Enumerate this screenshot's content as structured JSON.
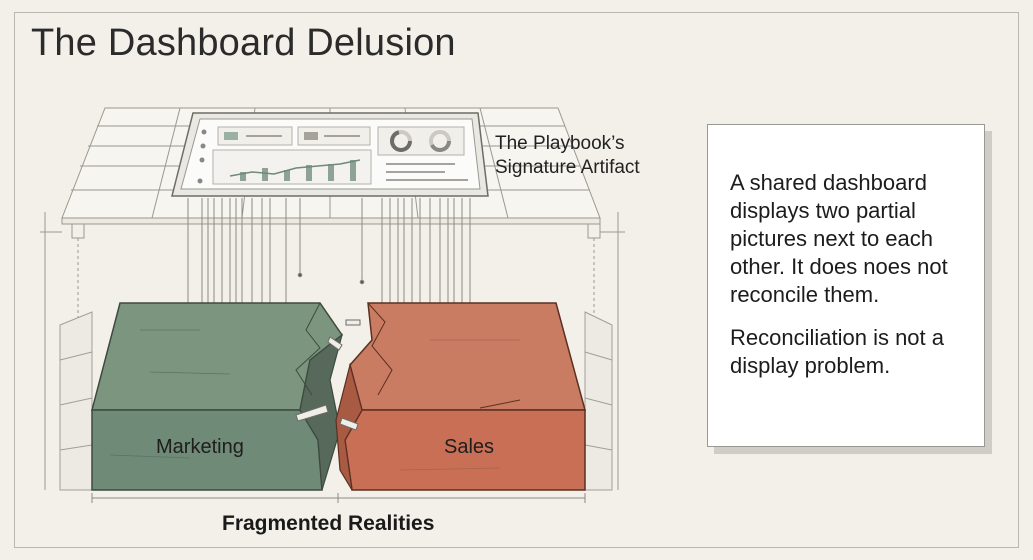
{
  "title": "The Dashboard Delusion",
  "artifact_label_line1": "The Playbook’s",
  "artifact_label_line2": "Signature Artifact",
  "marketing_label": "Marketing",
  "sales_label": "Sales",
  "footer_label": "Fragmented Realities",
  "note": {
    "paragraph1": "A shared dashboard displays two partial pictures next to each other. It does noes not reconcile them.",
    "paragraph2": "Reconciliation is not a display problem."
  },
  "colors": {
    "background": "#f2f0e9",
    "marketing_block": "#6f8a76",
    "sales_block": "#c86f55",
    "line": "#8c8a84"
  }
}
